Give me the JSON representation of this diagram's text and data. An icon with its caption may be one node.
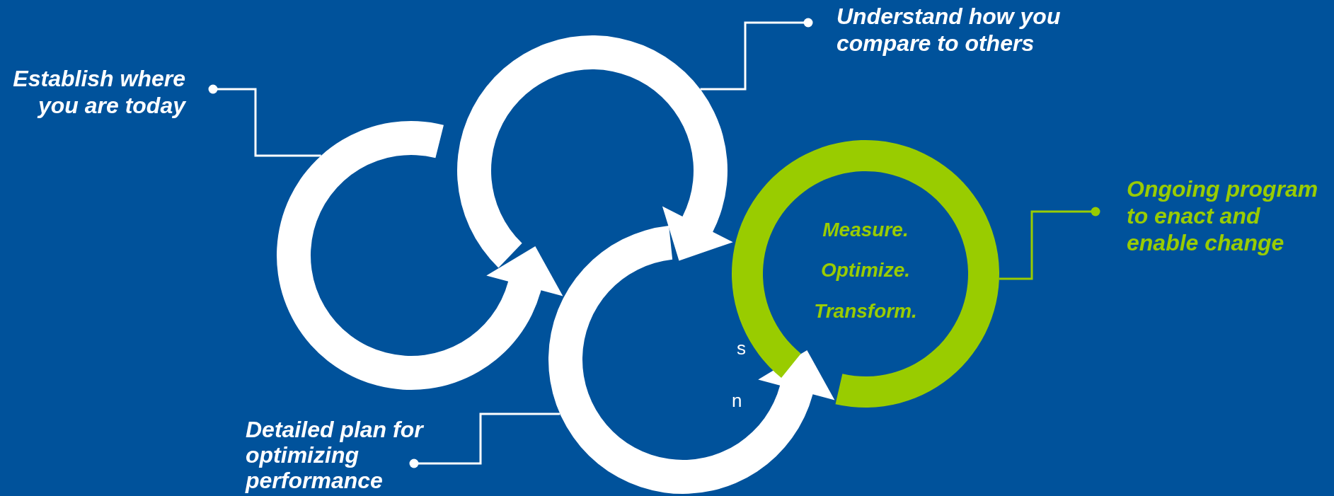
{
  "diagram": {
    "nodes": [
      {
        "text": [
          "Establish where you are today"
        ]
      },
      {
        "text": [
          "Understand how you compare to others"
        ]
      },
      {
        "text": [
          "Ongoing program to enact and enable change"
        ]
      },
      {
        "text": [
          "Detailed plan for optimizing performance"
        ]
      },
      {
        "text": [],
        "shape": "circle"
      },
      {
        "text": [],
        "shape": "circle"
      },
      {
        "text": [],
        "shape": "circle"
      },
      {
        "text": [
          "Measure.",
          "Optimize.",
          "Transform."
        ]
      }
    ],
    "edges": [
      {
        "from": 0,
        "to": 4,
        "arrow": "other"
      },
      {
        "from": 1,
        "to": 5,
        "arrow": "other"
      },
      {
        "from": 2,
        "to": 7,
        "arrow": "other",
        "color": "#99cc00"
      },
      {
        "from": 3,
        "to": 6,
        "arrow": "other"
      }
    ],
    "labels": [
      "s",
      "n"
    ]
  }
}
